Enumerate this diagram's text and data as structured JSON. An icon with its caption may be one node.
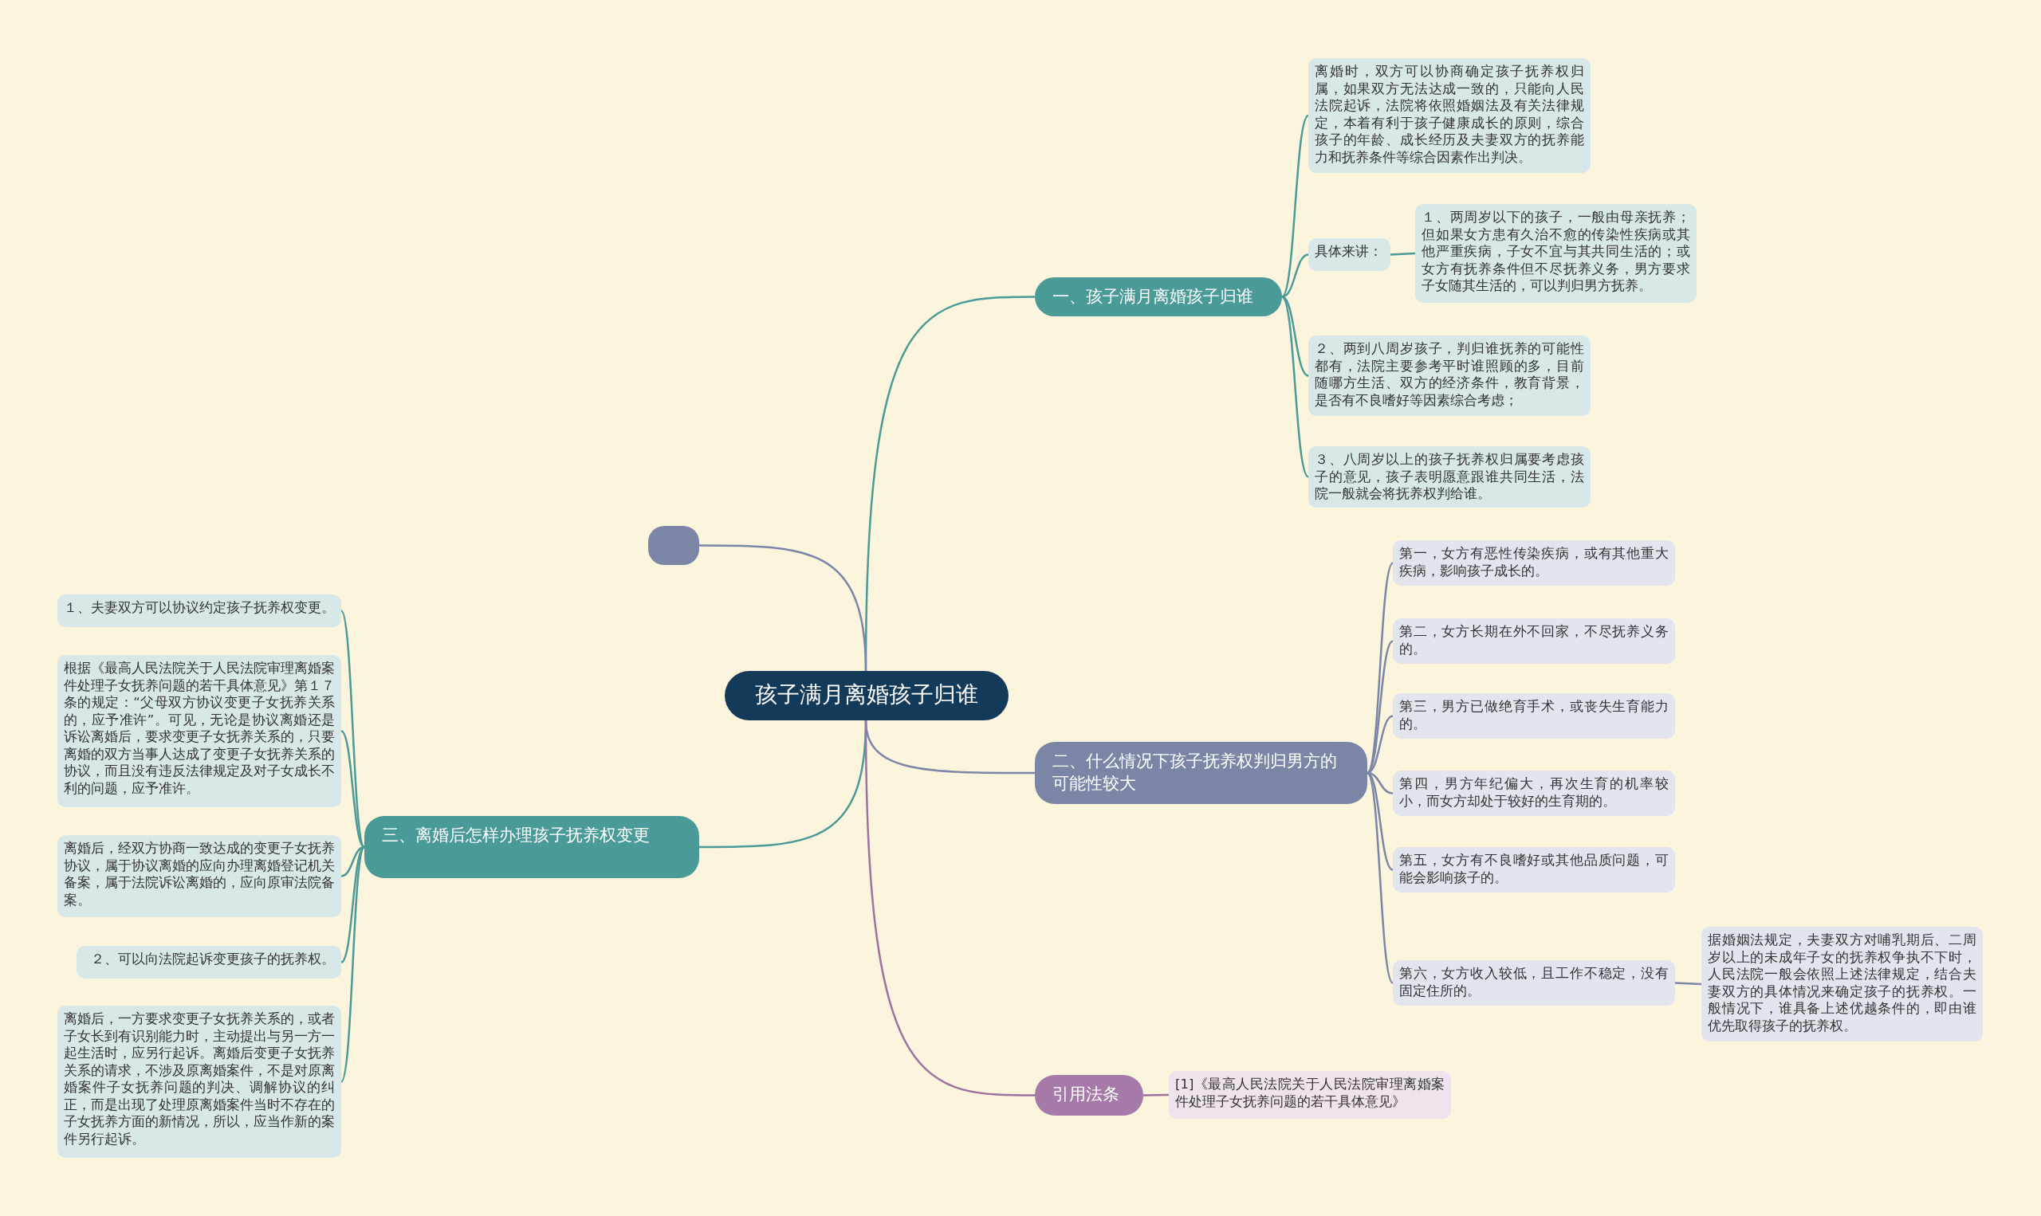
{
  "diagram": {
    "nodes": [
      {
        "text": [
          "孩子满月离婚孩子归谁"
        ]
      },
      {
        "text": [
          "一、孩子满月离婚孩子归谁"
        ]
      },
      {
        "text": [
          "离婚时，双方可以协商确定孩子抚养权归属，如果双方无法达成一致的，只能向人民法院起诉，法院将依照婚姻法及有关法律规定，本着有利于孩子健康成长的原则，综合孩子的年龄、成长经历及夫妻双方的抚养能力和抚养条件等综合因素作出判决。"
        ]
      },
      {
        "text": [
          "具体来讲："
        ]
      },
      {
        "text": [
          "１、两周岁以下的孩子，一般由母亲抚养；但如果女方患有久治不愈的传染性疾病或其他严重疾病，子女不宜与其共同生活的；或女方有抚养条件但不尽抚养义务，男方要求子女随其生活的，可以判归男方抚养。"
        ]
      },
      {
        "text": [
          "２、两到八周岁孩子，判归谁抚养的可能性都有，法院主要参考平时谁照顾的多，目前随哪方生活、双方的经济条件，教育背景，是否有不良嗜好等因素综合考虑；"
        ]
      },
      {
        "text": [
          "３、八周岁以上的孩子抚养权归属要考虑孩子的意见，孩子表明愿意跟谁共同生活，法院一般就会将抚养权判给谁。"
        ]
      },
      {
        "text": [
          "二、什么情况下孩子抚养权判归男方的可能性较大"
        ]
      },
      {
        "text": [
          "第一，女方有恶性传染疾病，或有其他重大疾病，影响孩子成长的。"
        ]
      },
      {
        "text": [
          "第二，女方长期在外不回家，不尽抚养义务的。"
        ]
      },
      {
        "text": [
          "第三，男方已做绝育手术，或丧失生育能力的。"
        ]
      },
      {
        "text": [
          "第四，男方年纪偏大，再次生育的机率较小，而女方却处于较好的生育期的。"
        ]
      },
      {
        "text": [
          "第五，女方有不良嗜好或其他品质问题，可能会影响孩子的。"
        ]
      },
      {
        "text": [
          "第六，女方收入较低，且工作不稳定，没有固定住所的。"
        ]
      },
      {
        "text": [
          "据婚姻法规定，夫妻双方对哺乳期后、二周岁以上的未成年子女的抚养权争执不下时，人民法院一般会依照上述法律规定，结合夫妻双方的具体情况来确定孩子的抚养权。一般情况下，谁具备上述优越条件的，即由谁优先取得孩子的抚养权。"
        ]
      },
      {
        "text": [],
        "shape": "box"
      },
      {
        "text": [
          "三、离婚后怎样办理孩子抚养权变更"
        ]
      },
      {
        "text": [
          "１、夫妻双方可以协议约定孩子抚养权变更。"
        ]
      },
      {
        "text": [
          "根据《最高人民法院关于人民法院审理离婚案件处理子女抚养问题的若干具体意见》第１７条的规定：“父母双方协议变更子女抚养关系的，应予准许”。可见，无论是协议离婚还是诉讼离婚后，要求变更子女抚养关系的，只要离婚的双方当事人达成了变更子女抚养关系的协议，而且没有违反法律规定及对子女成长不利的问题，应予准许。"
        ]
      },
      {
        "text": [
          "离婚后，经双方协商一致达成的变更子女抚养协议，属于协议离婚的应向办理离婚登记机关备案，属于法院诉讼离婚的，应向原审法院备案。"
        ]
      },
      {
        "text": [
          "２、可以向法院起诉变更孩子的抚养权。"
        ]
      },
      {
        "text": [
          "离婚后，一方要求变更子女抚养关系的，或者子女长到有识别能力时，主动提出与另一方一起生活时，应另行起诉。离婚后变更子女抚养关系的请求，不涉及原离婚案件，不是对原离婚案件子女抚养问题的判决、调解协议的纠正，而是出现了处理原离婚案件当时不存在的子女抚养方面的新情况，所以，应当作新的案件另行起诉。"
        ]
      },
      {
        "text": [
          "引用法条"
        ]
      },
      {
        "text": [
          "[1]《最高人民法院关于人民法院审理离婚案件处理子女抚养问题的若干具体意见》"
        ]
      }
    ],
    "edges": [
      {
        "from": 0,
        "to": 1,
        "arrow": "none"
      },
      {
        "from": 1,
        "to": 2,
        "arrow": "none"
      },
      {
        "from": 1,
        "to": 3,
        "arrow": "none"
      },
      {
        "from": 3,
        "to": 4,
        "arrow": "none"
      },
      {
        "from": 1,
        "to": 5,
        "arrow": "none"
      },
      {
        "from": 1,
        "to": 6,
        "arrow": "none"
      },
      {
        "from": 0,
        "to": 15,
        "arrow": "none",
        "color": "#7b86a6"
      },
      {
        "from": 0,
        "to": 7,
        "arrow": "none",
        "color": "#7b86a6"
      },
      {
        "from": 7,
        "to": 8,
        "arrow": "none",
        "color": "#7b86a6"
      },
      {
        "from": 7,
        "to": 9,
        "arrow": "none",
        "color": "#7b86a6"
      },
      {
        "from": 7,
        "to": 10,
        "arrow": "none",
        "color": "#7b86a6"
      },
      {
        "from": 7,
        "to": 11,
        "arrow": "none",
        "color": "#7b86a6"
      },
      {
        "from": 7,
        "to": 12,
        "arrow": "none",
        "color": "#7b86a6"
      },
      {
        "from": 7,
        "to": 13,
        "arrow": "none",
        "color": "#7b86a6"
      },
      {
        "from": 13,
        "to": 14,
        "arrow": "none",
        "color": "#7b86a6"
      },
      {
        "from": 0,
        "to": 16,
        "arrow": "none"
      },
      {
        "from": 16,
        "to": 17,
        "arrow": "none"
      },
      {
        "from": 16,
        "to": 18,
        "arrow": "none"
      },
      {
        "from": 16,
        "to": 19,
        "arrow": "none"
      },
      {
        "from": 16,
        "to": 20,
        "arrow": "none"
      },
      {
        "from": 16,
        "to": 21,
        "arrow": "none"
      },
      {
        "from": 0,
        "to": 22,
        "arrow": "none",
        "color": "#9b72a0"
      },
      {
        "from": 22,
        "to": 23,
        "arrow": "none",
        "color": "#9b72a0"
      }
    ]
  }
}
